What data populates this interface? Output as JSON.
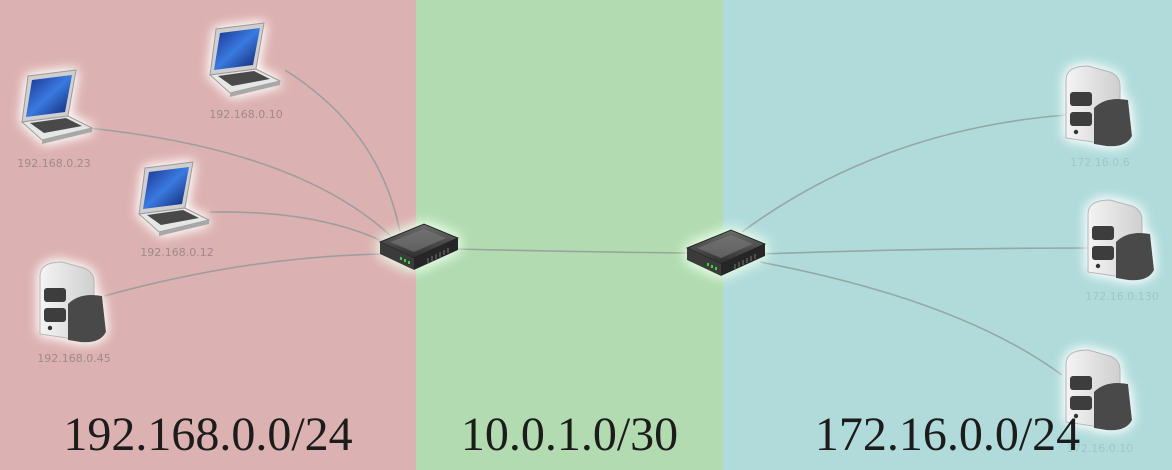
{
  "colors": {
    "zone_left": "#dcb1b1",
    "zone_mid": "#b2dbb1",
    "zone_right": "#b1dbdb"
  },
  "networks": [
    {
      "id": "left",
      "label": "192.168.0.0/24"
    },
    {
      "id": "mid",
      "label": "10.0.1.0/30"
    },
    {
      "id": "right",
      "label": "172.16.0.0/24"
    }
  ],
  "hosts": {
    "laptop_a": {
      "type": "laptop-icon",
      "ip": "192.168.0.23"
    },
    "laptop_b": {
      "type": "laptop-icon",
      "ip": "192.168.0.10"
    },
    "laptop_c": {
      "type": "laptop-icon",
      "ip": "192.168.0.12"
    },
    "server_left": {
      "type": "server-icon",
      "ip": "192.168.0.45"
    },
    "server_r1": {
      "type": "server-icon",
      "ip": "172.16.0.6"
    },
    "server_r2": {
      "type": "server-icon",
      "ip": "172.16.0.130"
    },
    "server_r3": {
      "type": "server-icon",
      "ip": "172.16.0.10"
    }
  },
  "routers": [
    "router-icon",
    "router-icon"
  ]
}
